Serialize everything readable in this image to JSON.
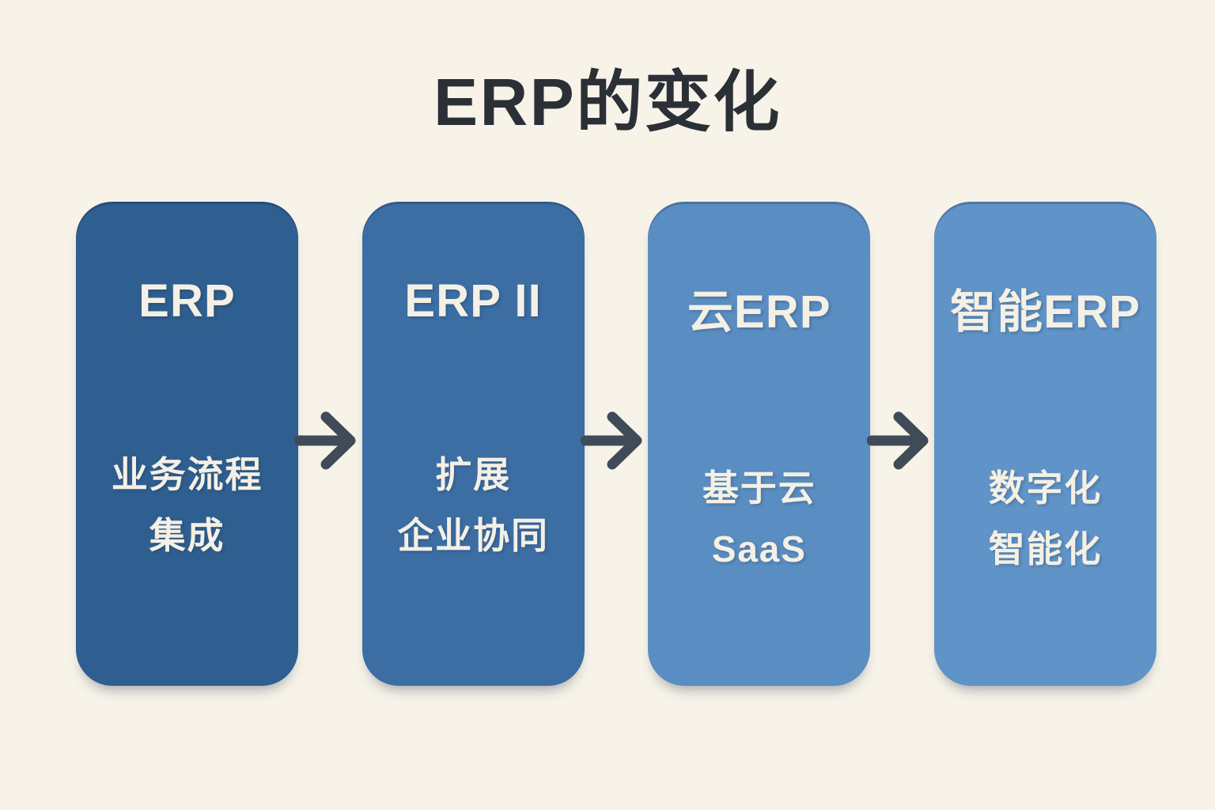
{
  "title": "ERP的变化",
  "stages": [
    {
      "name": "ERP",
      "lines": [
        "业务流程",
        "集成"
      ],
      "color": "#2f5f90"
    },
    {
      "name": "ERP II",
      "lines": [
        "扩展",
        "企业协同"
      ],
      "color": "#3c6ea4"
    },
    {
      "name": "云ERP",
      "lines": [
        "基于云",
        "SaaS"
      ],
      "color": "#5a8dc1"
    },
    {
      "name": "智能ERP",
      "lines": [
        "数字化",
        "智能化"
      ],
      "color": "#6093c7"
    }
  ],
  "arrows": [
    {
      "icon": "right-arrow-icon"
    },
    {
      "icon": "right-arrow-icon"
    },
    {
      "icon": "right-arrow-icon"
    }
  ],
  "colors": {
    "background": "#f7f3e9",
    "title_text": "#2b3036",
    "arrow": "#3f4b57",
    "box_text": "#f4f0e5"
  }
}
